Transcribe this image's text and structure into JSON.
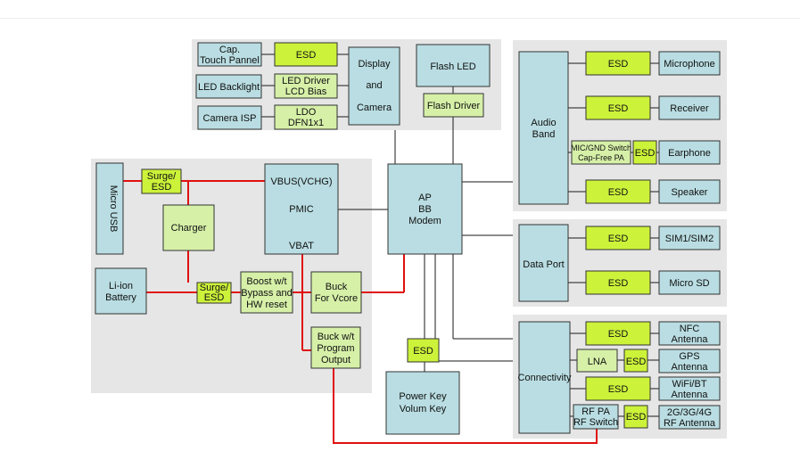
{
  "blocks": {
    "cap_touch": [
      "Cap.",
      "Touch Pannel"
    ],
    "led_backlight": [
      "LED Backlight"
    ],
    "camera_isp": [
      "Camera ISP"
    ],
    "esd_touch": [
      "ESD"
    ],
    "led_driver": [
      "LED Driver",
      "LCD Bias"
    ],
    "ldo": [
      "LDO",
      "DFN1x1"
    ],
    "display_camera": [
      "Display",
      "and",
      "Camera"
    ],
    "flash_led": [
      "Flash LED"
    ],
    "flash_driver": [
      "Flash Driver"
    ],
    "micro_usb": [
      "Micro USB"
    ],
    "surge_esd_top": [
      "Surge/",
      "ESD"
    ],
    "charger": [
      "Charger"
    ],
    "pmic_vbus": [
      "VBUS(VCHG)"
    ],
    "pmic": [
      "PMIC"
    ],
    "pmic_vbat": [
      "VBAT"
    ],
    "li_ion": [
      "Li-ion",
      "Battery"
    ],
    "surge_esd_bottom": [
      "Surge/",
      "ESD"
    ],
    "boost": [
      "Boost w/t",
      "Bypass and",
      "HW reset"
    ],
    "buck_vcore": [
      "Buck",
      "For Vcore"
    ],
    "buck_program": [
      "Buck w/t",
      "Program",
      "Output"
    ],
    "ap_bb": [
      "AP",
      "BB",
      "Modem"
    ],
    "esd_key": [
      "ESD"
    ],
    "power_key": [
      "Power Key",
      "Volum Key"
    ],
    "audio_band": [
      "Audio",
      "Band"
    ],
    "esd_mic": [
      "ESD"
    ],
    "microphone": [
      "Microphone"
    ],
    "esd_receiver": [
      "ESD"
    ],
    "receiver": [
      "Receiver"
    ],
    "mic_gnd": [
      "MIC/GND Switch",
      "Cap-Free PA"
    ],
    "esd_earphone": [
      "ESD"
    ],
    "earphone": [
      "Earphone"
    ],
    "esd_speaker": [
      "ESD"
    ],
    "speaker": [
      "Speaker"
    ],
    "data_port": [
      "Data Port"
    ],
    "esd_sim": [
      "ESD"
    ],
    "sim": [
      "SIM1/SIM2"
    ],
    "esd_sd": [
      "ESD"
    ],
    "micro_sd": [
      "Micro SD"
    ],
    "connectivity": [
      "Connectivity"
    ],
    "esd_nfc": [
      "ESD"
    ],
    "nfc": [
      "NFC",
      "Antenna"
    ],
    "lna": [
      "LNA"
    ],
    "esd_gps": [
      "ESD"
    ],
    "gps": [
      "GPS",
      "Antenna"
    ],
    "esd_wifi": [
      "ESD"
    ],
    "wifi": [
      "WiFi/BT",
      "Antenna"
    ],
    "rf_pa": [
      "RF PA",
      "RF Switch"
    ],
    "esd_rf": [
      "ESD"
    ],
    "rf_antenna": [
      "2G/3G/4G",
      "RF Antenna"
    ]
  },
  "colors": {
    "block_blue": "#b9dde2",
    "block_green": "#d6f0a8",
    "esd_yellow_green": "#ccf23a",
    "power_line_red": "#e01010",
    "group_background": "#e6e6e6"
  }
}
